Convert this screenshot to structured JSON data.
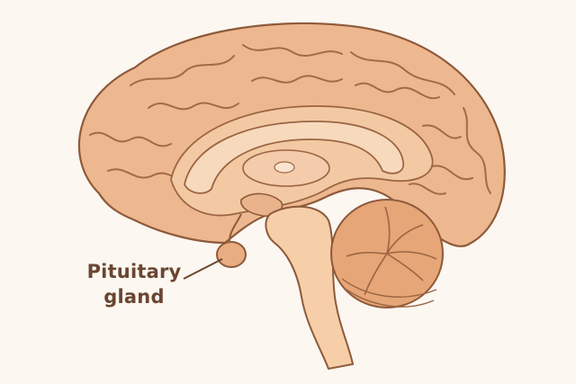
{
  "labels": {
    "pituitary": {
      "line1": "Pituitary",
      "line2": "gland"
    }
  },
  "colors": {
    "background": "#fcf7f1",
    "cortex_fill": "#edb88f",
    "cortex_outline": "#8e5a3a",
    "inner_fill": "#f3c9a3",
    "corpus_callosum": "#f7d9bc",
    "brainstem": "#f6cfa9",
    "cerebellum": "#e6a677",
    "label_text": "#6a4630"
  },
  "icons": {
    "structure": "brain-sagittal-section"
  }
}
